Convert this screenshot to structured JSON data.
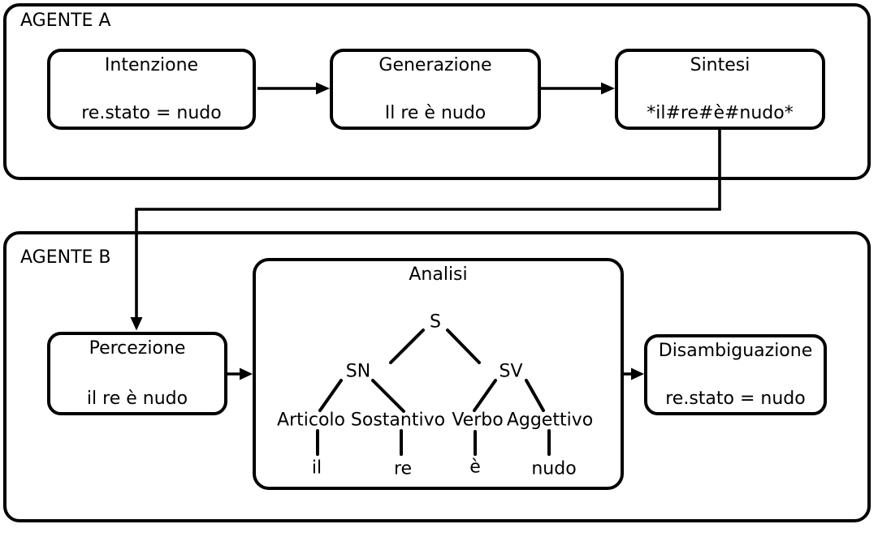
{
  "colors": {
    "ink": "#000000",
    "background": "#ffffff",
    "box_fill": "#ffffff"
  },
  "agent_a": {
    "label": "AGENTE A",
    "boxes": [
      {
        "title": "Intenzione",
        "value": "re.stato = nudo"
      },
      {
        "title": "Generazione",
        "value": "Il re è nudo"
      },
      {
        "title": "Sintesi",
        "value": "*il#re#è#nudo*"
      }
    ]
  },
  "agent_b": {
    "label": "AGENTE B",
    "perception": {
      "title": "Percezione",
      "value": "il re è nudo"
    },
    "analysis": {
      "title": "Analisi",
      "tree": {
        "root": "S",
        "noun_phrase": "SN",
        "verb_phrase": "SV",
        "pos": [
          "Articolo",
          "Sostantivo",
          "Verbo",
          "Aggettivo"
        ],
        "words": [
          "il",
          "re",
          "è",
          "nudo"
        ]
      }
    },
    "disambiguation": {
      "title": "Disambiguazione",
      "value": "re.stato = nudo"
    }
  }
}
